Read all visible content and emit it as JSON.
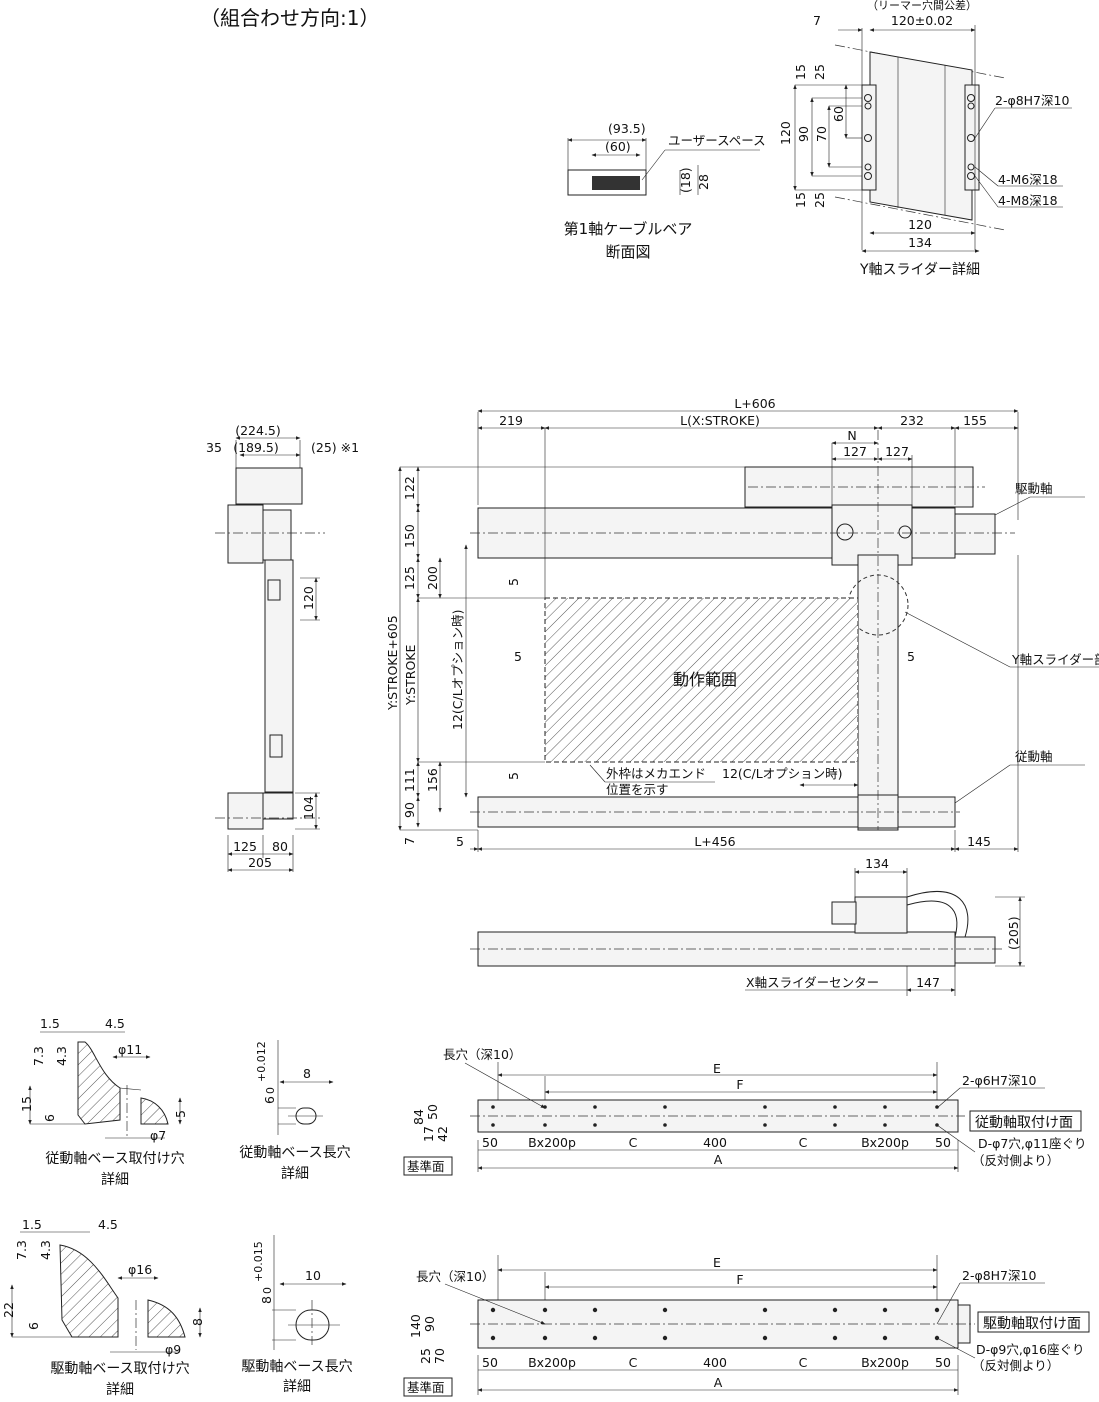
{
  "title": "（組合わせ方向:1）",
  "cable_section": {
    "dim_outer": "(93.5)",
    "dim_inner": "(60)",
    "user_space": "ユーザースペース",
    "dim_h_inner": "(18)",
    "dim_h_outer": "28",
    "caption_1": "第1軸ケーブルベア",
    "caption_2": "断面図"
  },
  "y_slider_detail": {
    "tolerance_note": "（リーマー穴間公差）",
    "dim_7": "7",
    "dim_pitch": "120±0.02",
    "dim_15_top": "15",
    "dim_25_top": "25",
    "dim_120_v": "120",
    "dim_90": "90",
    "dim_70": "70",
    "dim_60": "60",
    "dim_15_bot": "15",
    "dim_25_bot": "25",
    "hole_pin": "2-φ8H7深10",
    "hole_m6": "4-M6深18",
    "hole_m8": "4-M8深18",
    "dim_120_h": "120",
    "dim_134": "134",
    "caption": "Y軸スライダー詳細"
  },
  "side_view": {
    "dim_224_5": "(224.5)",
    "dim_35": "35",
    "dim_189_5": "(189.5)",
    "dim_25_note": "(25) ※1",
    "dim_120": "120",
    "dim_104": "104",
    "dim_125": "125",
    "dim_80": "80",
    "dim_205": "205"
  },
  "plan_view": {
    "dim_l606": "L+606",
    "dim_219": "219",
    "dim_lstroke": "L(X:STROKE)",
    "dim_232": "232",
    "dim_155": "155",
    "dim_n": "N",
    "dim_127a": "127",
    "dim_127b": "127",
    "drive_axis": "駆動軸",
    "dim_122": "122",
    "dim_150": "150",
    "dim_125": "125",
    "dim_200": "200",
    "dim_ystroke605": "Y:STROKE+605",
    "dim_ystroke": "Y:STROKE",
    "dim_12_cl_v": "12(C/Lオプション時)",
    "dim_5_top": "5",
    "dim_5_left": "5",
    "dim_5_bottom": "5",
    "dim_5_right": "5",
    "motion_range": "動作範囲",
    "y_slider_part": "Y軸スライダー部",
    "dim_111": "111",
    "dim_156": "156",
    "note_frame_1": "外枠はメカエンド",
    "note_frame_2": "位置を示す",
    "dim_12_cl_h": "12(C/Lオプション時)",
    "driven_axis": "従動軸",
    "dim_90": "90",
    "dim_7": "7",
    "dim_5_base": "5",
    "dim_l456": "L+456",
    "dim_145": "145"
  },
  "front_view": {
    "dim_134": "134",
    "dim_205": "(205)",
    "x_slider_center": "X軸スライダーセンター",
    "dim_147": "147"
  },
  "driven_hole_detail": {
    "dim_1_5": "1.5",
    "dim_4_5": "4.5",
    "dim_7_3": "7.3",
    "dim_4_3": "4.3",
    "dim_phi11": "φ11",
    "dim_15": "15",
    "dim_6": "6",
    "dim_5": "5",
    "dim_phi7": "φ7",
    "caption_1": "従動軸ベース取付け穴",
    "caption_2": "詳細"
  },
  "driven_slot_detail": {
    "dim_h": "6",
    "tol_plus": "+0.012",
    "tol_zero": "0",
    "dim_w": "8",
    "caption_1": "従動軸ベース長穴",
    "caption_2": "詳細"
  },
  "drive_hole_detail": {
    "dim_1_5": "1.5",
    "dim_4_5": "4.5",
    "dim_7_3": "7.3",
    "dim_4_3": "4.3",
    "dim_phi16": "φ16",
    "dim_22": "22",
    "dim_6": "6",
    "dim_8": "8",
    "dim_phi9": "φ9",
    "caption_1": "駆動軸ベース取付け穴",
    "caption_2": "詳細"
  },
  "drive_slot_detail": {
    "dim_h": "8",
    "tol_plus": "+0.015",
    "tol_zero": "0",
    "dim_w": "10",
    "caption_1": "駆動軸ベース長穴",
    "caption_2": "詳細"
  },
  "driven_base": {
    "slot_note": "長穴（深10）",
    "dim_e": "E",
    "dim_f": "F",
    "pin_note": "2-φ6H7深10",
    "dim_84": "84",
    "dim_50v": "50",
    "dim_17": "17",
    "dim_42": "42",
    "face_label": "従動軸取付け面",
    "pitch_labels": [
      "50",
      "Bx200p",
      "C",
      "400",
      "C",
      "Bx200p",
      "50"
    ],
    "hole_note": "D-φ7穴,φ11座ぐり",
    "hole_note_2": "（反対側より）",
    "datum": "基準面",
    "dim_a": "A"
  },
  "drive_base": {
    "slot_note": "長穴（深10）",
    "dim_e": "E",
    "dim_f": "F",
    "pin_note": "2-φ8H7深10",
    "dim_140": "140",
    "dim_90": "90",
    "dim_25": "25",
    "dim_70": "70",
    "face_label": "駆動軸取付け面",
    "pitch_labels": [
      "50",
      "Bx200p",
      "C",
      "400",
      "C",
      "Bx200p",
      "50"
    ],
    "hole_note": "D-φ9穴,φ16座ぐり",
    "hole_note_2": "（反対側より）",
    "datum": "基準面",
    "dim_a": "A"
  }
}
